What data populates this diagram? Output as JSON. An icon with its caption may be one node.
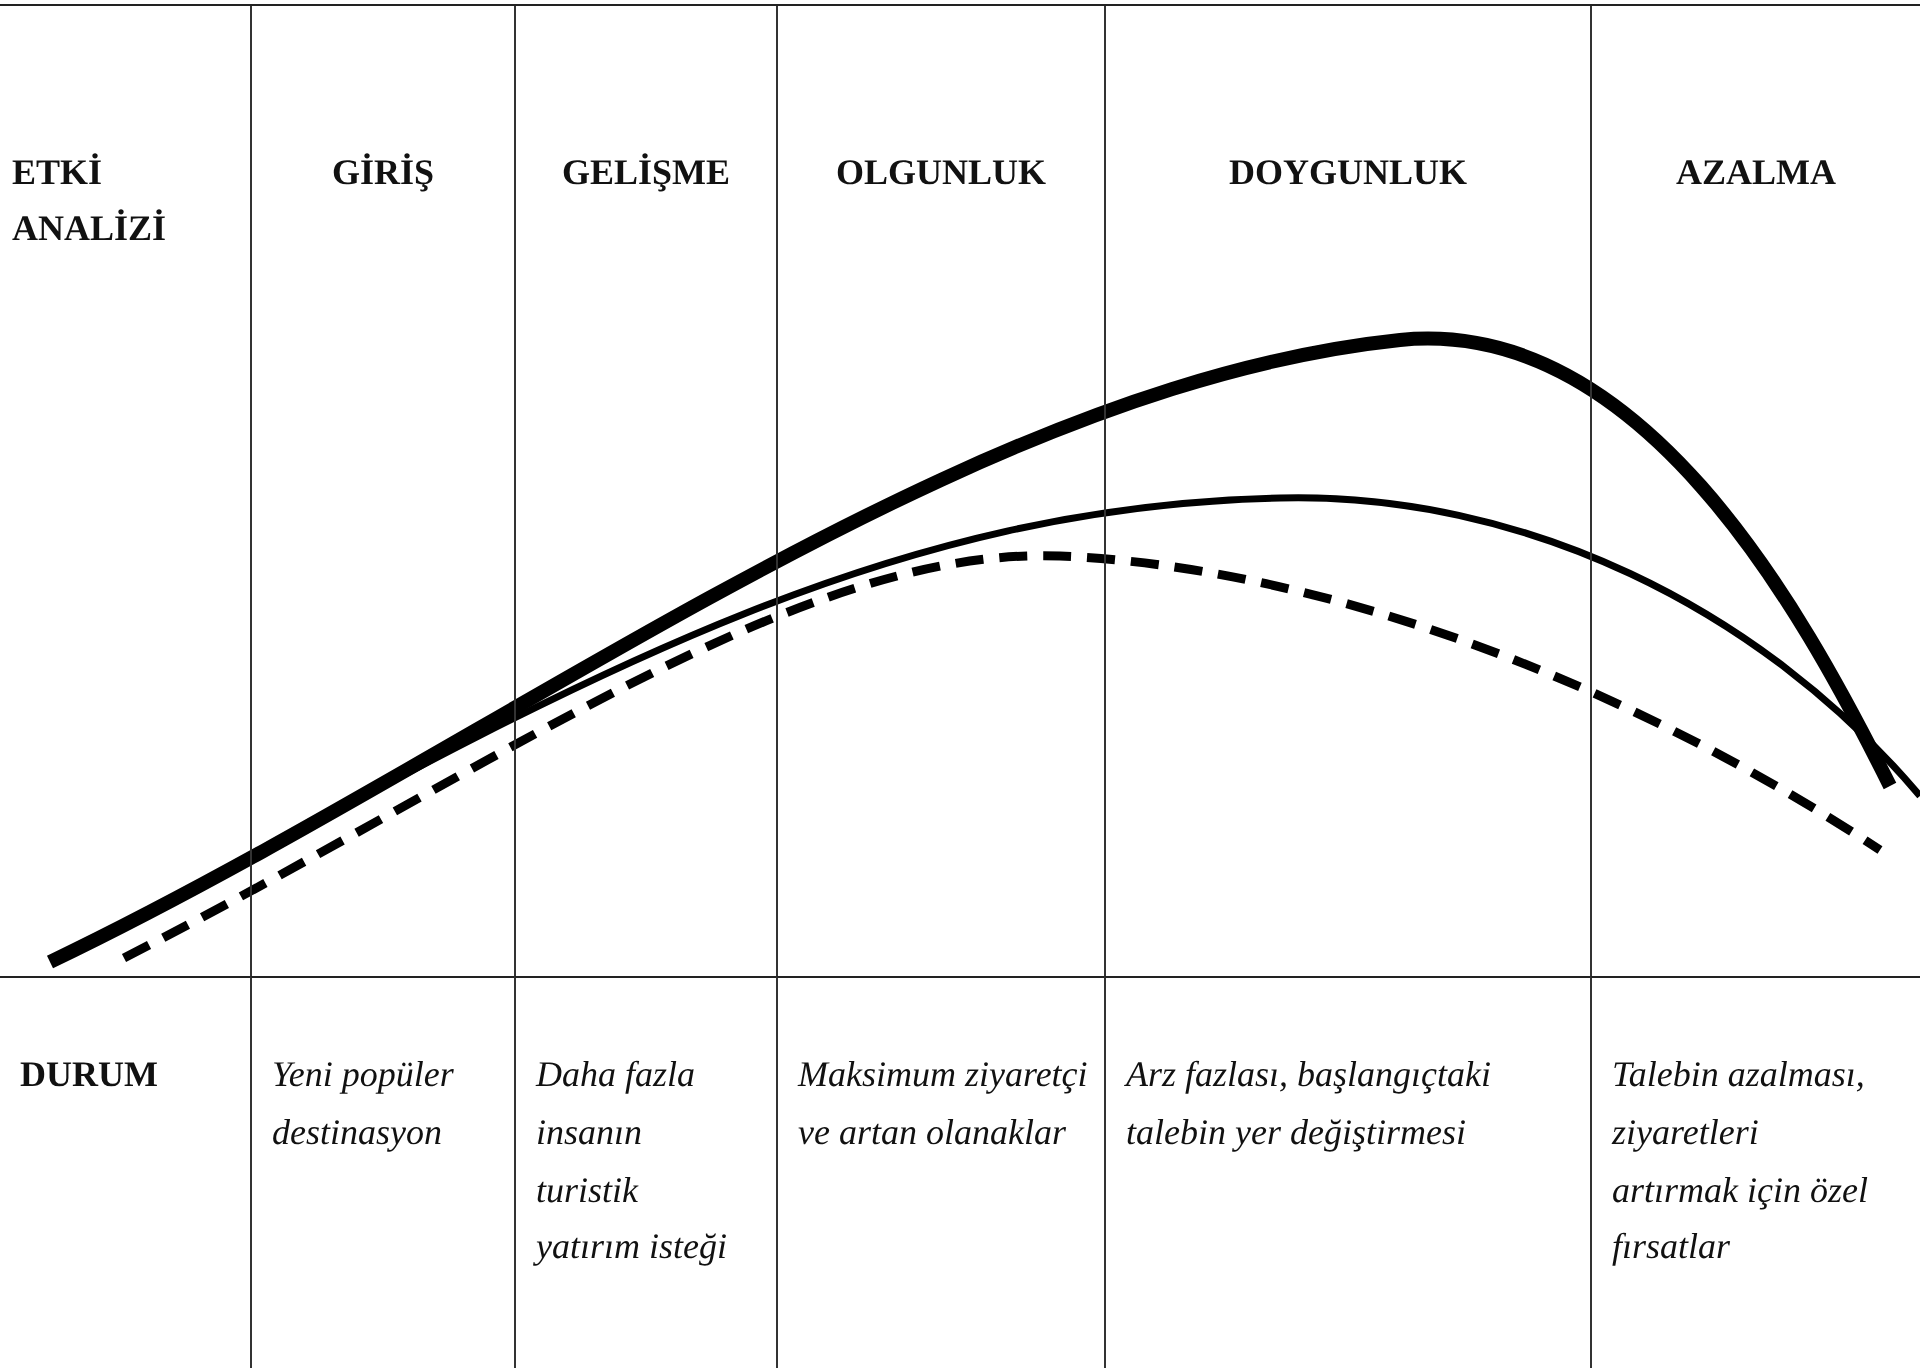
{
  "diagram": {
    "labels": [
      "ETKİ ANALİZİ",
      "GİRİŞ",
      "GELİŞME",
      "OLGUNLUK",
      "DOYGUNLUK",
      "AZALMA",
      "DURUM",
      "Yeni popüler destinasyon",
      "Daha fazla insanın turistik yatırım isteği",
      "Maksimum ziyaretçi ve artan olanaklar",
      "Arz fazlası, başlangıçtaki talebin yer değiştirmesi",
      "Talebin azalması, ziyaretleri artırmak için özel fırsatlar"
    ]
  }
}
